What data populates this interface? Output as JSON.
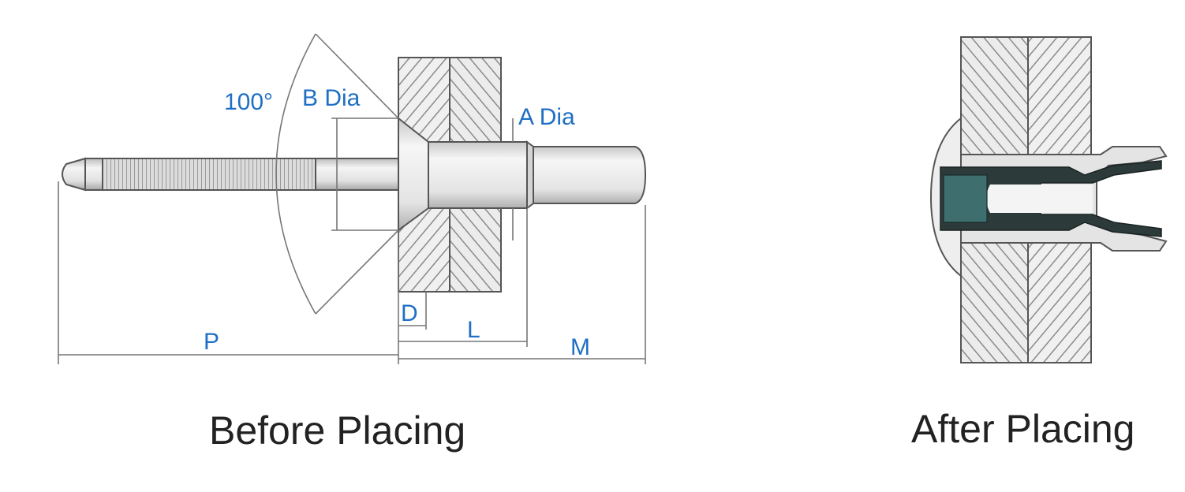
{
  "labels": {
    "angle": "100°",
    "b_dia": "B Dia",
    "a_dia": "A Dia",
    "d": "D",
    "l": "L",
    "p": "P",
    "m": "M"
  },
  "captions": {
    "before": "Before Placing",
    "after": "After Placing"
  },
  "colors": {
    "dimension_text": "#1f6fc4",
    "caption_text": "#222222",
    "hatch": "#8a8a8a",
    "plate": "#eeeeee",
    "rivet_body": "#e6e6e6",
    "dark_fill": "#2c3a3a"
  }
}
